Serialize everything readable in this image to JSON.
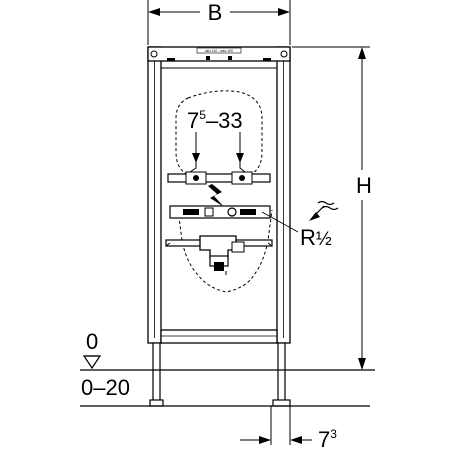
{
  "dimensions": {
    "width": {
      "label": "B"
    },
    "height": {
      "label": "H"
    },
    "pipe_spacing": {
      "base": "7",
      "sup": "5",
      "rest": "–33"
    },
    "connection": {
      "label": "R",
      "fraction": "½"
    },
    "offset": {
      "base": "7",
      "sup": "3"
    },
    "floor_zero": {
      "label": "0"
    },
    "floor_range": {
      "label": "0–20"
    }
  },
  "plate_text": "wilo 110 - wec.100",
  "icons": [
    "water-flow-icon",
    "electrical-symbol-icon",
    "floor-level-triangle-icon"
  ]
}
